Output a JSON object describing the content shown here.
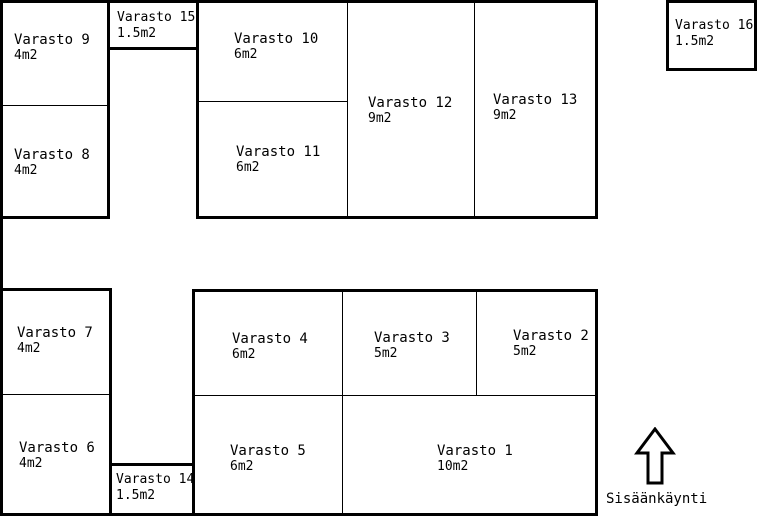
{
  "rooms": {
    "r1": {
      "name": "Varasto 1",
      "area": "10m2"
    },
    "r2": {
      "name": "Varasto 2",
      "area": "5m2"
    },
    "r3": {
      "name": "Varasto 3",
      "area": "5m2"
    },
    "r4": {
      "name": "Varasto 4",
      "area": "6m2"
    },
    "r5": {
      "name": "Varasto 5",
      "area": "6m2"
    },
    "r6": {
      "name": "Varasto 6",
      "area": "4m2"
    },
    "r7": {
      "name": "Varasto 7",
      "area": "4m2"
    },
    "r8": {
      "name": "Varasto 8",
      "area": "4m2"
    },
    "r9": {
      "name": "Varasto 9",
      "area": "4m2"
    },
    "r10": {
      "name": "Varasto 10",
      "area": "6m2"
    },
    "r11": {
      "name": "Varasto 11",
      "area": "6m2"
    },
    "r12": {
      "name": "Varasto 12",
      "area": "9m2"
    },
    "r13": {
      "name": "Varasto 13",
      "area": "9m2"
    },
    "r14": {
      "name": "Varasto 14",
      "area": "1.5m2"
    },
    "r15": {
      "name": "Varasto 15",
      "area": "1.5m2"
    },
    "r16": {
      "name": "Varasto 16",
      "area": "1.5m2"
    }
  },
  "entrance": {
    "label": "Sisäänkäynti",
    "icon": "up-arrow-icon"
  },
  "colors": {
    "line": "#000000",
    "background": "#ffffff"
  }
}
